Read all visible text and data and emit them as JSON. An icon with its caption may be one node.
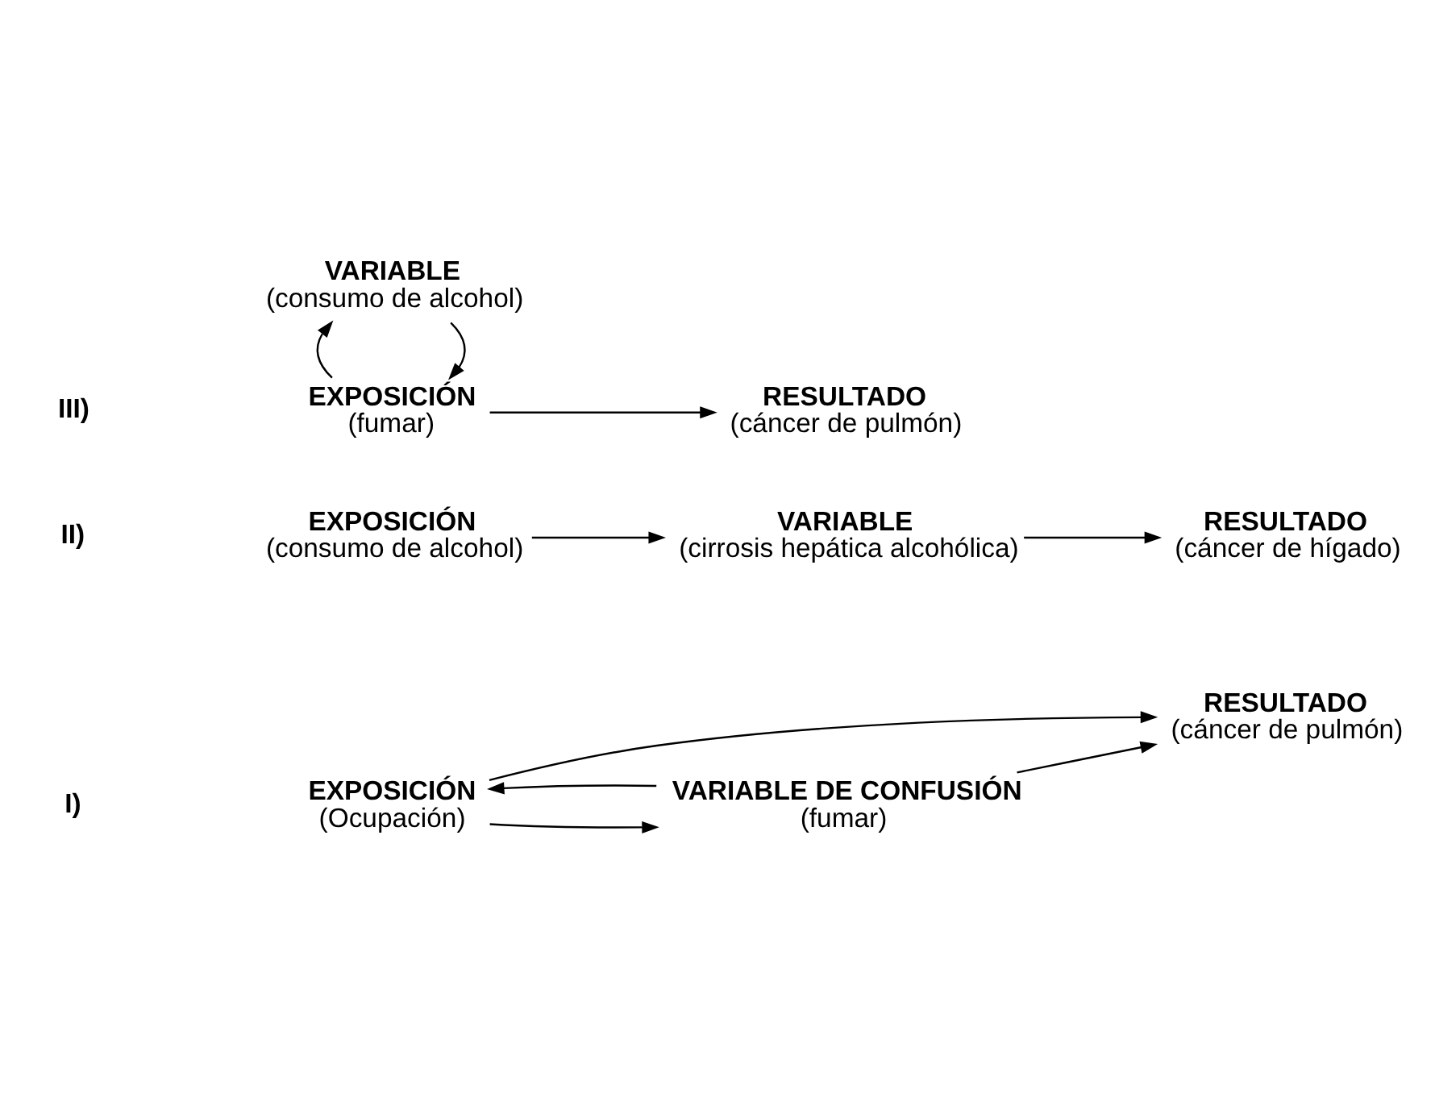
{
  "diagram": {
    "nodes": [
      {
        "text": [
          "EXPOSICIÓN",
          "(Ocupación)"
        ]
      },
      {
        "text": [
          "RESULTADO",
          "(cáncer de pulmón)"
        ]
      },
      {
        "text": [
          "VARIABLE DE CONFUSIÓN",
          "(fumar)"
        ]
      },
      {
        "text": [
          "EXPOSICIÓN",
          "(consumo de alcohol)"
        ]
      },
      {
        "text": [
          "VARIABLE",
          "(cirrosis hepática alcohólica)"
        ]
      },
      {
        "text": [
          "RESULTADO",
          "(cáncer de hígado)"
        ]
      },
      {
        "text": [
          "EXPOSICIÓN",
          "(fumar)"
        ]
      },
      {
        "text": [
          "RESULTADO",
          "(cáncer de pulmón)"
        ]
      },
      {
        "text": [
          "VARIABLE",
          "(consumo de alcohol)"
        ]
      }
    ],
    "edges": [
      {
        "from": 0,
        "to": 1,
        "arrow": "to"
      },
      {
        "from": 2,
        "to": 0,
        "arrow": "to"
      },
      {
        "from": 0,
        "to": 2,
        "arrow": "to"
      },
      {
        "from": 2,
        "to": 1,
        "arrow": "to"
      },
      {
        "from": 3,
        "to": 4,
        "arrow": "to"
      },
      {
        "from": 4,
        "to": 5,
        "arrow": "to"
      },
      {
        "from": 6,
        "to": 7,
        "arrow": "to"
      },
      {
        "from": 8,
        "to": 6,
        "arrow": "to"
      },
      {
        "from": 6,
        "to": 8,
        "arrow": "to"
      }
    ],
    "labels": [
      "I)",
      "II)",
      "III)"
    ]
  }
}
